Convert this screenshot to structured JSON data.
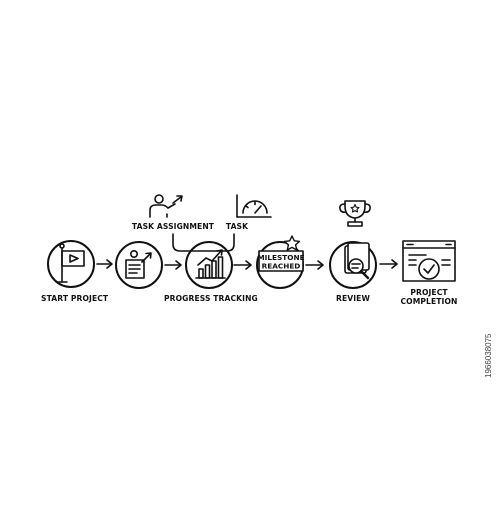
{
  "steps": {
    "start": "START PROJECT",
    "progress": "PROGRESS TRACKING",
    "review": "REVIEW",
    "completion_line1": "PROJECT",
    "completion_line2": "COMPLETION"
  },
  "branches": {
    "task_assignment": "TASK ASSIGNMENT",
    "task": "TASK"
  },
  "milestone": {
    "line1": "MILESTONE",
    "line2": "REACHED"
  },
  "watermark": "1966038075",
  "colors": {
    "stroke": "#111111",
    "background": "#ffffff"
  },
  "icons": [
    "flag-icon",
    "task-board-icon",
    "growth-chart-icon",
    "star-icon",
    "document-search-icon",
    "trophy-icon",
    "speedometer-icon",
    "presenter-icon",
    "browser-check-icon"
  ]
}
